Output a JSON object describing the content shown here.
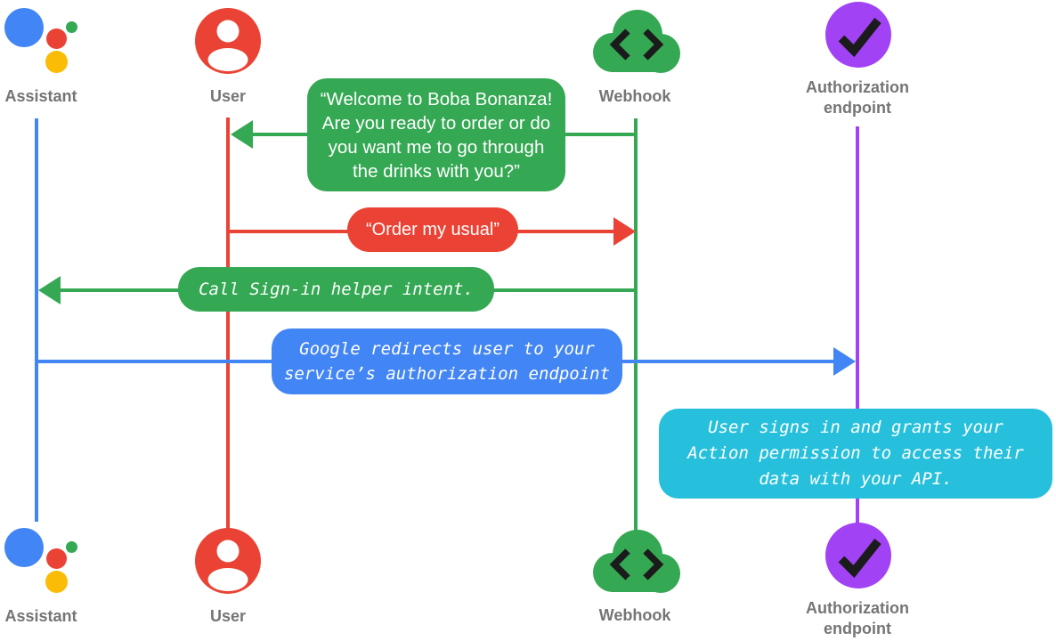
{
  "actors": {
    "assistant": {
      "label": "Assistant",
      "color": "#4285F4",
      "icon": "google-assistant-logo"
    },
    "user": {
      "label": "User",
      "color": "#EA4335",
      "icon": "person-icon"
    },
    "webhook": {
      "label": "Webhook",
      "color": "#34A853",
      "icon": "cloud-code-icon"
    },
    "auth": {
      "label": "Authorization endpoint",
      "color": "#A142F4",
      "icon": "check-circle-icon"
    }
  },
  "messages": {
    "welcome": {
      "from": "webhook",
      "to": "user",
      "color": "#34A853",
      "text_style": "sans",
      "text": "“Welcome to Boba Bonanza!\nAre you ready to order or do\nyou want me to go through\nthe drinks with you?”"
    },
    "order": {
      "from": "user",
      "to": "webhook",
      "color": "#EA4335",
      "text_style": "sans",
      "text": "“Order my usual”"
    },
    "signin": {
      "from": "webhook",
      "to": "assistant",
      "color": "#34A853",
      "text_style": "mono-italic",
      "text": "Call Sign-in helper intent."
    },
    "redirect": {
      "from": "assistant",
      "to": "auth",
      "color": "#4285F4",
      "text_style": "mono-italic",
      "text": "Google redirects user to your\nservice’s authorization endpoint"
    },
    "grant": {
      "at": "auth",
      "color": "#27C0DC",
      "text_style": "mono-italic",
      "text": "User signs in and grants your\nAction permission to access their\ndata with your API."
    }
  },
  "colors": {
    "blue": "#4285F4",
    "red": "#EA4335",
    "green": "#34A853",
    "yellow": "#FBBC05",
    "purple": "#A142F4",
    "cyan": "#27C0DC",
    "label_gray": "#757575",
    "message_text": "#FFFFFF",
    "glyph_black": "#1B1B1B",
    "background": "#FFFFFF"
  }
}
